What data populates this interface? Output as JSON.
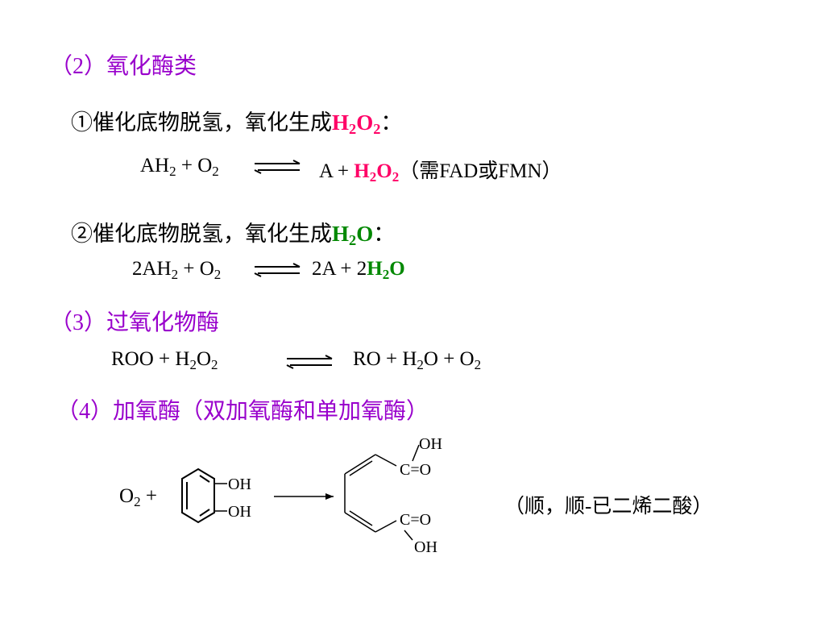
{
  "sections": {
    "s2": {
      "heading": "（2）氧化酶类"
    },
    "item1": {
      "text": "①催化底物脱氢，氧化生成",
      "product_h": "H",
      "product_2a": "2",
      "product_o": "O",
      "product_2b": "2",
      "colon": "："
    },
    "eq1": {
      "left_a": "AH",
      "left_sub": "2",
      "left_b": " + O",
      "left_sub2": "2",
      "right_a": "A + ",
      "right_h": "H",
      "right_sub1": "2",
      "right_o": "O",
      "right_sub2": "2",
      "note": "（需FAD或FMN）"
    },
    "item2": {
      "text": "②催化底物脱氢，氧化生成",
      "product_h": "H",
      "product_2": "2",
      "product_o": "O",
      "colon": "："
    },
    "eq2": {
      "left_a": "2AH",
      "left_sub": "2",
      "left_b": " + O",
      "left_sub2": "2",
      "right_a": "2A + 2",
      "right_h": "H",
      "right_sub": "2",
      "right_o": "O"
    },
    "s3": {
      "heading": "（3）过氧化物酶"
    },
    "eq3": {
      "left_a": "ROO + H",
      "left_sub1": "2",
      "left_b": "O",
      "left_sub2": "2",
      "right_a": "RO + H",
      "right_sub1": "2",
      "right_b": "O + O",
      "right_sub2": "2"
    },
    "s4": {
      "heading": "（4）加氧酶（双加氧酶和单加氧酶）"
    },
    "reaction": {
      "reactant_o": "O",
      "reactant_sub": "2",
      "plus": " +",
      "oh_top": "OH",
      "oh_bottom": "OH",
      "prod_oh_top": "OH",
      "prod_co_top": "C=O",
      "prod_co_bottom": "C=O",
      "prod_oh_bottom": "OH",
      "product_name": "（顺，顺-已二烯二酸）"
    }
  }
}
